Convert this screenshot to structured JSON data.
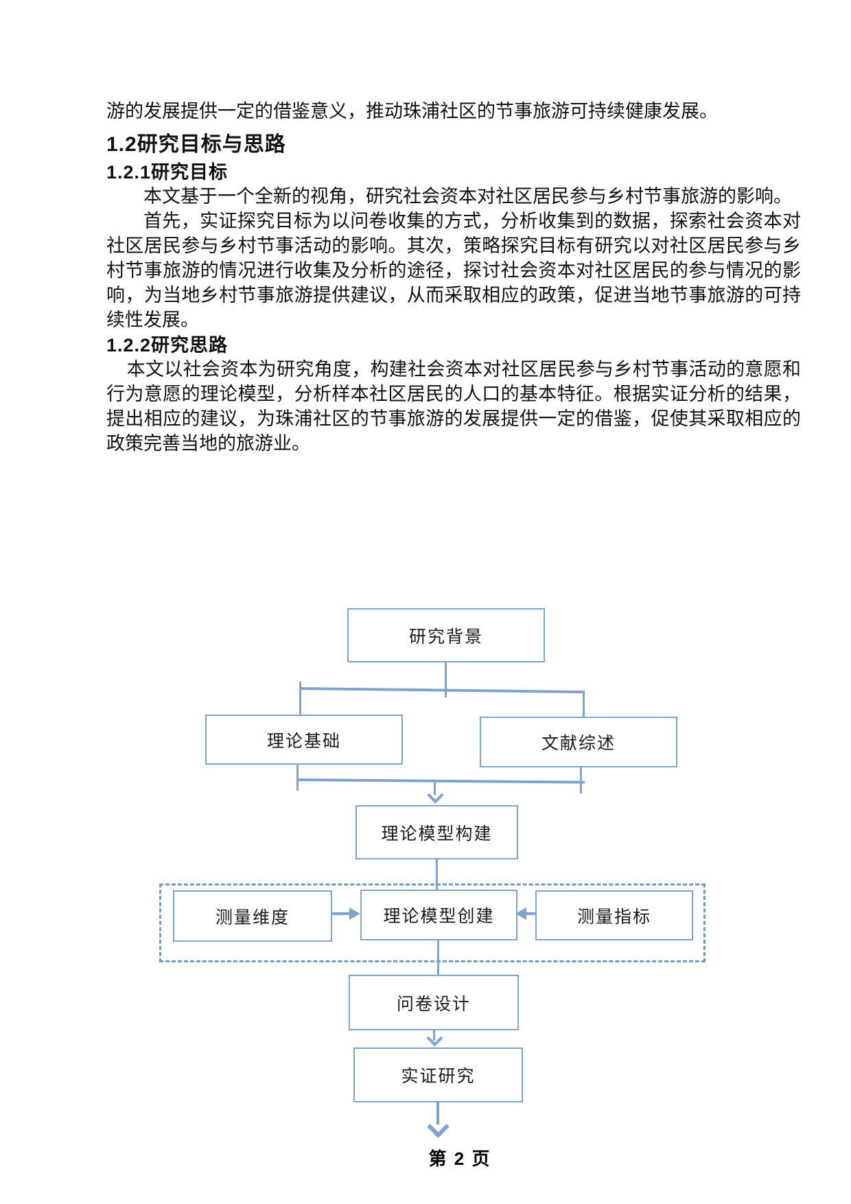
{
  "content": {
    "intro_line": "游的发展提供一定的借鉴意义，推动珠浦社区的节事旅游可持续健康发展。",
    "heading_1_2": "1.2研究目标与思路",
    "heading_1_2_1": "1.2.1研究目标",
    "para_goal_1": "本文基于一个全新的视角，研究社会资本对社区居民参与乡村节事旅游的影响。",
    "para_goal_2": "首先，实证探究目标为以问卷收集的方式，分析收集到的数据，探索社会资本对社区居民参与乡村节事活动的影响。其次，策略探究目标有研究以对社区居民参与乡村节事旅游的情况进行收集及分析的途径，探讨社会资本对社区居民的参与情况的影响，为当地乡村节事旅游提供建议，从而采取相应的政策，促进当地节事旅游的可持续性发展。",
    "heading_1_2_2": "1.2.2研究思路",
    "para_idea": "本文以社会资本为研究角度，构建社会资本对社区居民参与乡村节事活动的意愿和行为意愿的理论模型，分析样本社区居民的人口的基本特征。根据实证分析的结果，提出相应的建议，为珠浦社区的节事旅游的发展提供一定的借鉴，促使其采取相应的政策完善当地的旅游业。"
  },
  "flowchart": {
    "colors": {
      "line": "#7da4cd",
      "dashed_border": "#6f9ecb"
    },
    "nodes": {
      "research_background": "研究背景",
      "theoretical_basis": "理论基础",
      "literature_review": "文献综述",
      "theoretical_model_construction": "理论模型构建",
      "measurement_dimension": "测量维度",
      "theoretical_model_creation": "理论模型创建",
      "measurement_indicator": "测量指标",
      "questionnaire_design": "问卷设计",
      "empirical_research": "实证研究"
    }
  },
  "footer": {
    "page_label": "第 2 页"
  }
}
